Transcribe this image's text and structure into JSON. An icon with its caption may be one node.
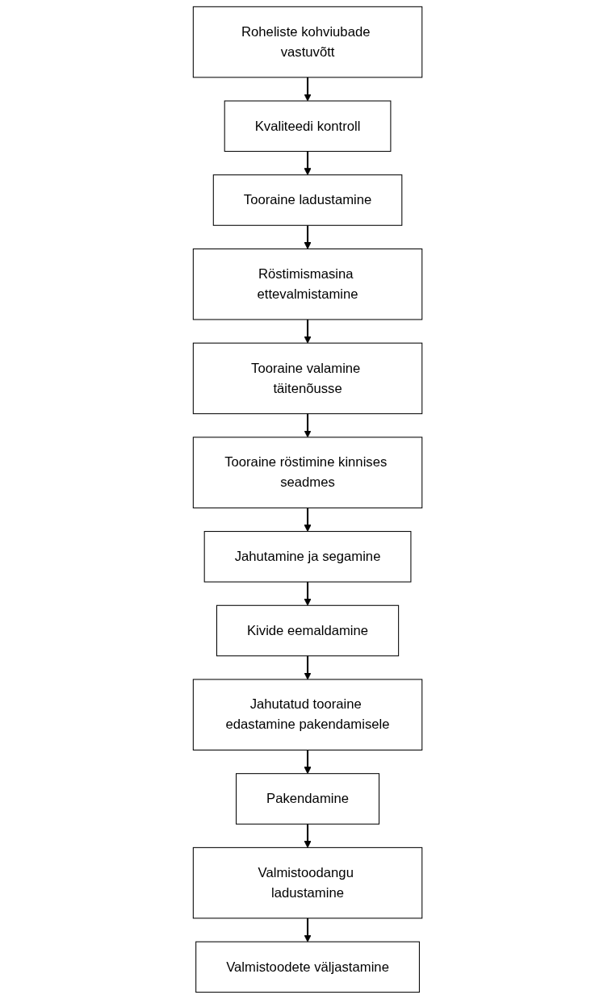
{
  "diagram": {
    "nodes": [
      {
        "text": [
          "Roheliste kohviubade vastuvõtt"
        ]
      },
      {
        "text": [
          "Kvaliteedi kontroll"
        ]
      },
      {
        "text": [
          "Tooraine ladustamine"
        ]
      },
      {
        "text": [
          "Röstimismasina ettevalmistamine"
        ]
      },
      {
        "text": [
          "Tooraine valamine täitenõusse"
        ]
      },
      {
        "text": [
          "Tooraine röstimine kinnises seadmes"
        ]
      },
      {
        "text": [
          "Jahutamine ja segamine"
        ]
      },
      {
        "text": [
          "Kivide eemaldamine"
        ]
      },
      {
        "text": [
          "Jahutatud tooraine edastamine pakendamisele"
        ]
      },
      {
        "text": [
          "Pakendamine"
        ]
      },
      {
        "text": [
          "Valmistoodangu ladustamine"
        ]
      },
      {
        "text": [
          "Valmistoodete väljastamine"
        ]
      }
    ],
    "edges": [
      {
        "from": 0,
        "to": 1,
        "arrow": "to"
      },
      {
        "from": 1,
        "to": 2,
        "arrow": "to"
      },
      {
        "from": 2,
        "to": 3,
        "arrow": "to"
      },
      {
        "from": 3,
        "to": 4,
        "arrow": "to"
      },
      {
        "from": 4,
        "to": 5,
        "arrow": "to"
      },
      {
        "from": 5,
        "to": 6,
        "arrow": "to"
      },
      {
        "from": 6,
        "to": 7,
        "arrow": "to"
      },
      {
        "from": 7,
        "to": 8,
        "arrow": "to"
      },
      {
        "from": 8,
        "to": 9,
        "arrow": "to"
      },
      {
        "from": 9,
        "to": 10,
        "arrow": "to"
      },
      {
        "from": 10,
        "to": 11,
        "arrow": "to"
      }
    ]
  }
}
